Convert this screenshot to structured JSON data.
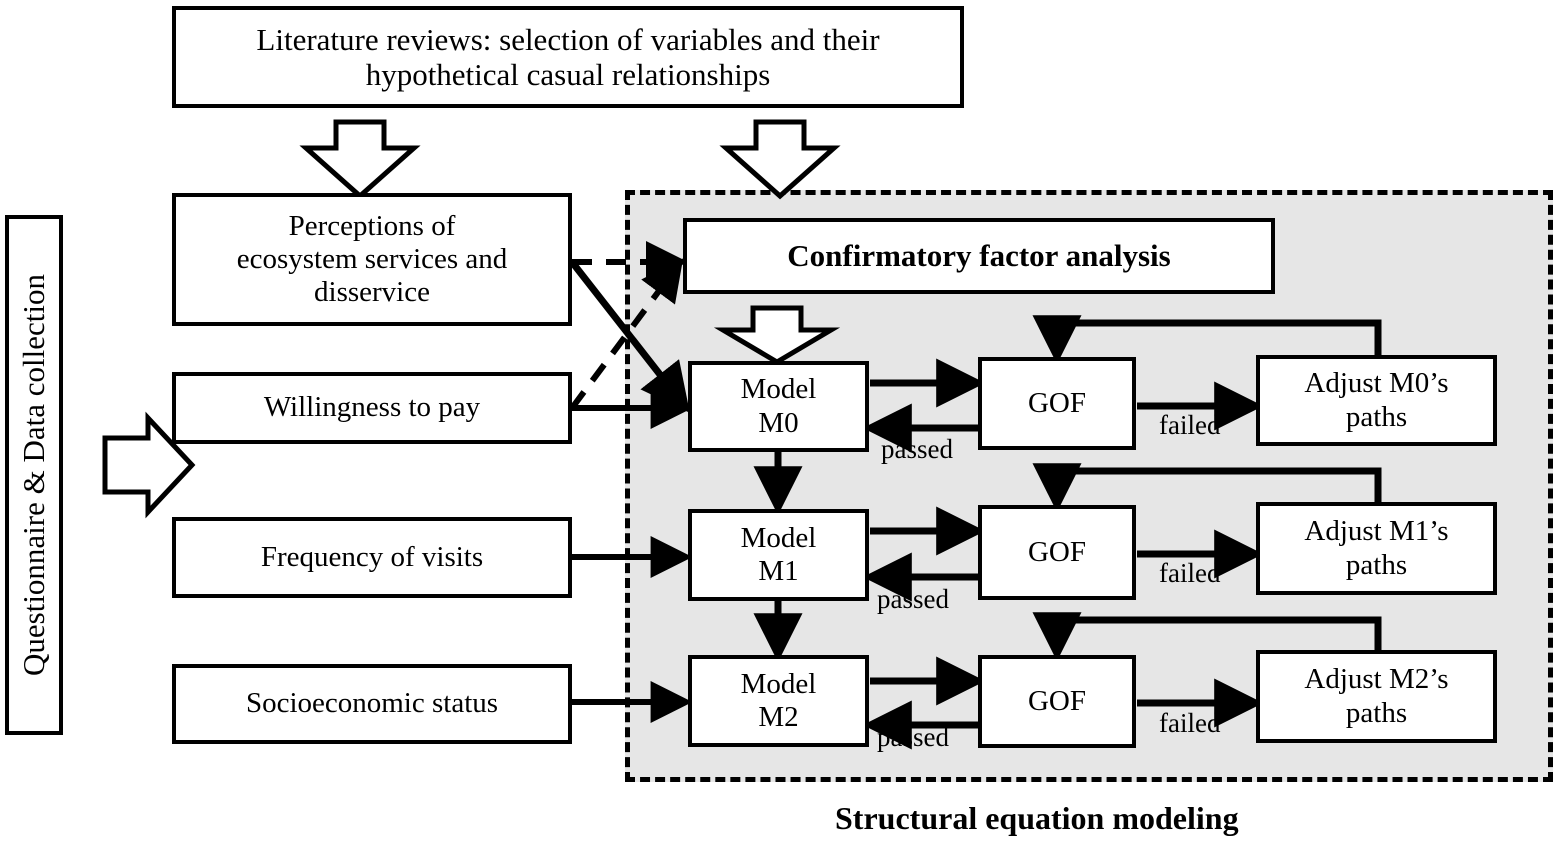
{
  "diagram": {
    "title_box": "Literature reviews: selection of variables and their hypothetical casual relationships",
    "title_line1": "Literature reviews: selection of variables and their",
    "title_line2": "hypothetical casual relationships",
    "vertical_label": "Questionnaire & Data collection",
    "sem_caption": "Structural equation modeling",
    "cfa_box": "Confirmatory factor analysis",
    "inputs": [
      {
        "id": "perceptions",
        "label": "Perceptions of ecosystem services and disservice",
        "line1": "Perceptions of",
        "line2": "ecosystem services and",
        "line3": "disservice"
      },
      {
        "id": "wtp",
        "label": "Willingness to pay"
      },
      {
        "id": "visits",
        "label": "Frequency of visits"
      },
      {
        "id": "ses",
        "label": "Socioeconomic status"
      }
    ],
    "rows": [
      {
        "model_line1": "Model",
        "model_line2": "M0",
        "model": "Model M0",
        "gof": "GOF",
        "adjust_line1": "Adjust M0’s",
        "adjust_line2": "paths",
        "adjust": "Adjust M0’s paths",
        "passed": "passed",
        "failed": "failed"
      },
      {
        "model_line1": "Model",
        "model_line2": "M1",
        "model": "Model M1",
        "gof": "GOF",
        "adjust_line1": "Adjust M1’s",
        "adjust_line2": "paths",
        "adjust": "Adjust M1’s paths",
        "passed": "passed",
        "failed": "failed"
      },
      {
        "model_line1": "Model",
        "model_line2": "M2",
        "model": "Model M2",
        "gof": "GOF",
        "adjust_line1": "Adjust M2’s",
        "adjust_line2": "paths",
        "adjust": "Adjust M2’s paths",
        "passed": "passed",
        "failed": "failed"
      }
    ],
    "colors": {
      "sem_panel_fill": "#e6e6e6",
      "stroke": "#000000",
      "box_fill": "#ffffff",
      "background": "#ffffff"
    }
  }
}
